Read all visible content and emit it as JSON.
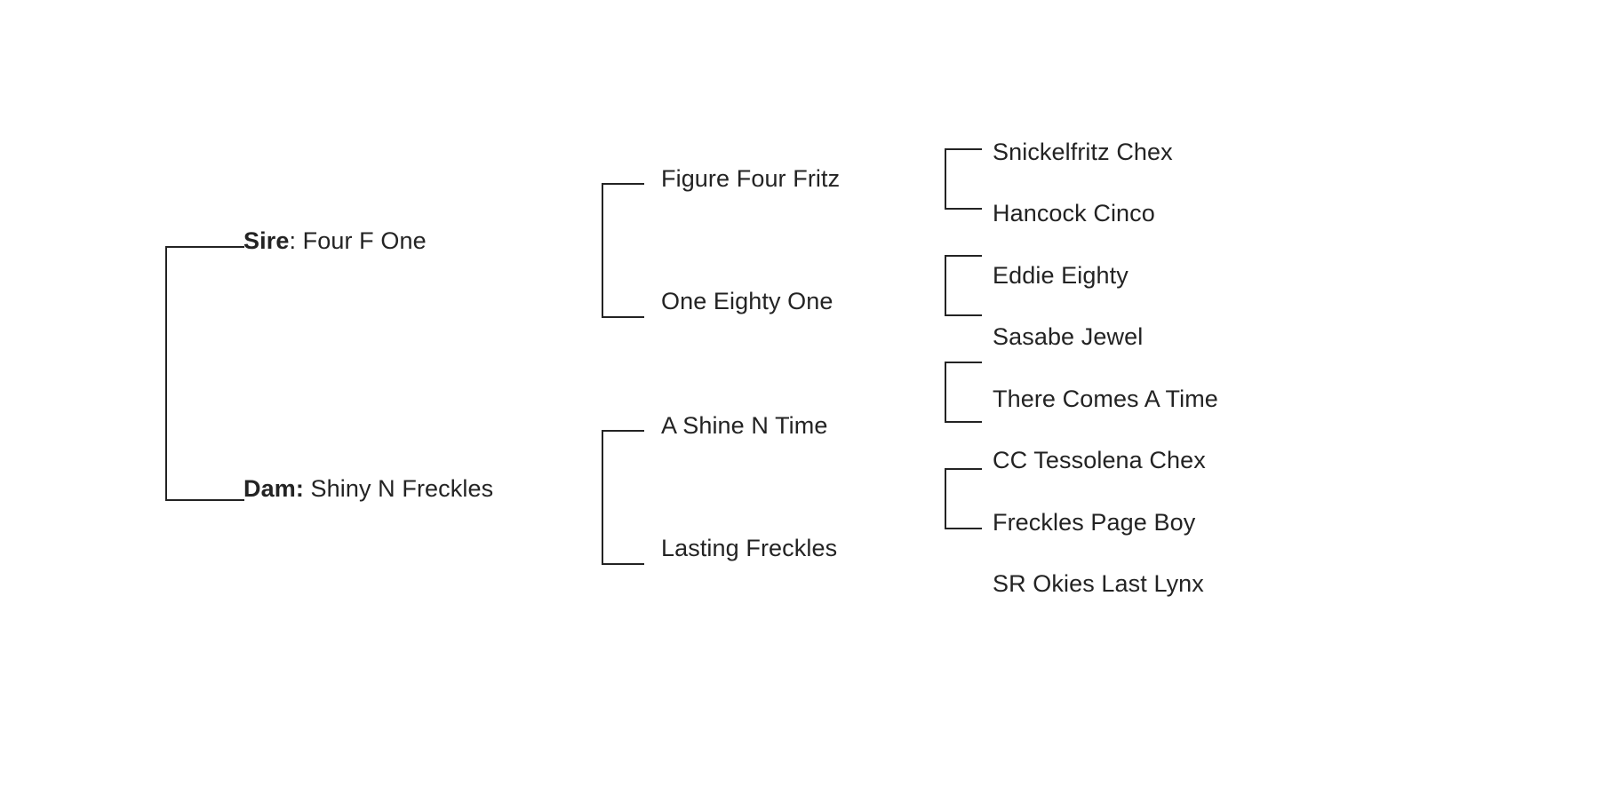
{
  "chart": {
    "type": "pedigree-tree",
    "title": "",
    "background_color": "#ffffff",
    "text_color": "#232323",
    "line_color": "#232323",
    "generations": 3
  },
  "generation1": {
    "sire": {
      "role_label": "Sire",
      "separator": ": ",
      "name": "Four F One"
    },
    "dam": {
      "role_label": "Dam:",
      "separator": "  ",
      "name": "Shiny N Freckles"
    }
  },
  "generation2": {
    "sire_sire": "Figure Four Fritz",
    "sire_dam": "One Eighty One",
    "dam_sire": "A Shine N Time",
    "dam_dam": "Lasting Freckles"
  },
  "generation3": {
    "sire_sire_sire": "Snickelfritz Chex",
    "sire_sire_dam": "Hancock Cinco",
    "sire_dam_sire": "Eddie Eighty",
    "sire_dam_dam": "Sasabe Jewel",
    "dam_sire_sire": "There Comes A Time",
    "dam_sire_dam": "CC Tessolena Chex",
    "dam_dam_sire": "Freckles Page Boy",
    "dam_dam_dam": "SR Okies Last Lynx"
  }
}
